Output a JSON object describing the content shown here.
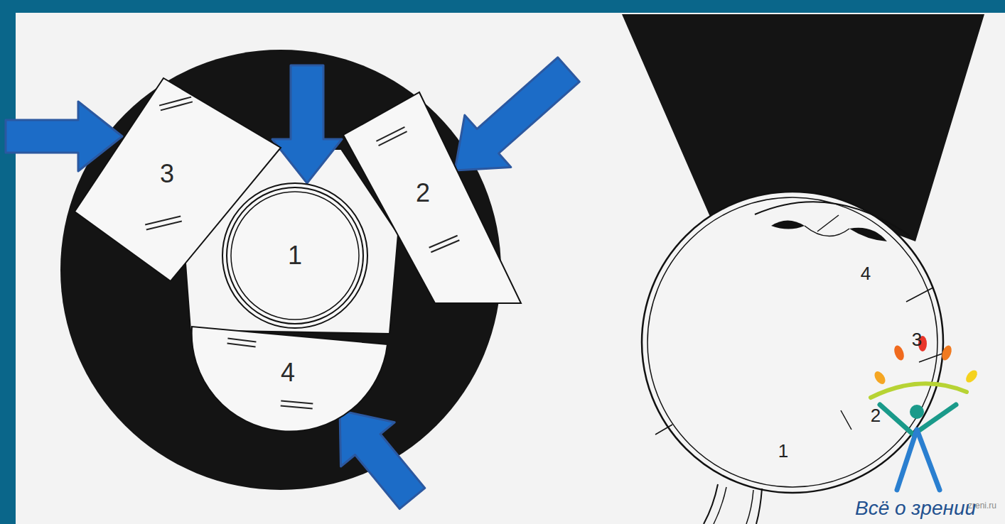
{
  "diagram": {
    "nodes": [
      {
        "text": [
          "3"
        ]
      },
      {
        "text": [
          "2"
        ]
      },
      {
        "text": [
          "1"
        ]
      },
      {
        "text": [
          "4"
        ]
      }
    ],
    "labels": [
      "4",
      "3",
      "2",
      "1",
      "zreni.ru",
      "Всё о зрении"
    ]
  }
}
